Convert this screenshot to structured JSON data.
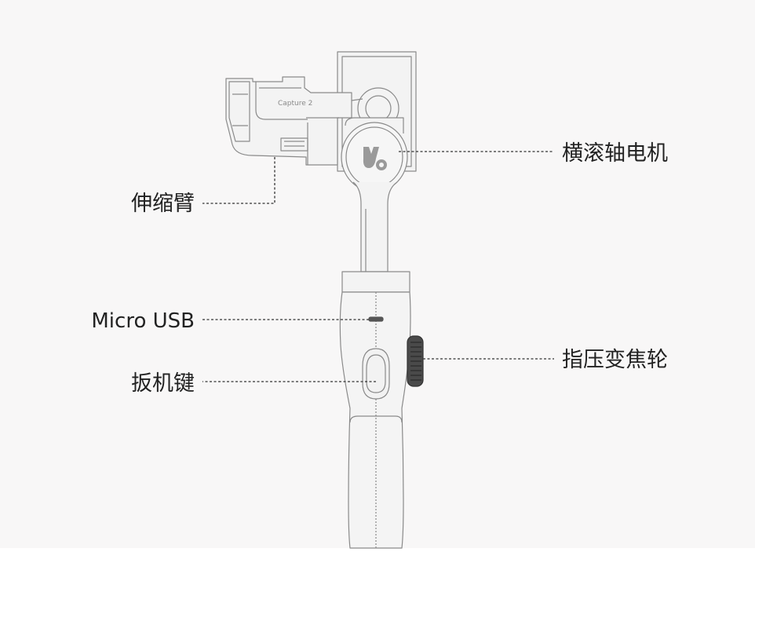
{
  "diagram": {
    "device_print": "Capture 2",
    "callouts": {
      "roll_motor": "横滚轴电机",
      "telescopic_arm": "伸缩臂",
      "micro_usb": "Micro USB",
      "zoom_wheel": "指压变焦轮",
      "trigger": "扳机键"
    },
    "colors": {
      "background": "#f8f7f7",
      "outline": "#8a8a8a",
      "leader": "#333333",
      "logo": "#9a9a9a"
    }
  }
}
